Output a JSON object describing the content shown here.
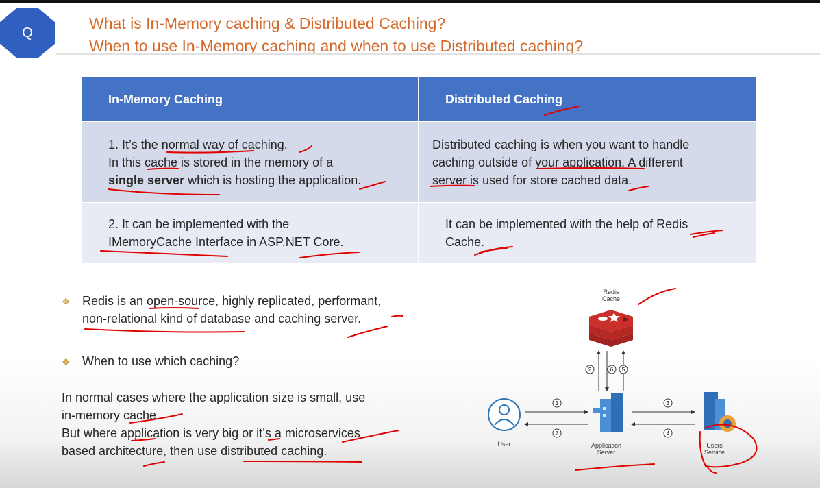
{
  "header": {
    "badge": "Q",
    "title_line1": "What is In-Memory caching & Distributed Caching?",
    "title_line2": "When to use In-Memory caching and when to use Distributed caching?"
  },
  "table": {
    "col1_header": "In-Memory Caching",
    "col2_header": "Distributed Caching",
    "row1_left_line1": "1. It’s the normal way of caching.",
    "row1_left_line2": "In this cache is stored in the memory of a",
    "row1_left_line3_bold": "single server",
    "row1_left_line3_rest": " which is hosting the application.",
    "row1_right_line1": "Distributed caching is when you want to handle",
    "row1_right_line2": "caching outside of your application. A different",
    "row1_right_line3": "server is used for store cached data.",
    "row2_left_line1": "2. It can be implemented with the",
    "row2_left_line2": "IMemoryCache Interface in ASP.NET Core.",
    "row2_right_line1": "It can be implemented with the help of Redis",
    "row2_right_line2": "Cache."
  },
  "bullets": {
    "b1_line1": "Redis is an open-source, highly replicated, performant,",
    "b1_line2": "non-relational kind of database and caching server.",
    "b2": "When to use which caching?"
  },
  "paragraph": {
    "line1": "In normal cases where the application size is small, use",
    "line2": "in-memory cache.",
    "line3": "But where application is very big or it’s a microservices",
    "line4": "based architecture, then use distributed caching."
  },
  "diagram": {
    "redis_label_1": "Redis",
    "redis_label_2": "Cache",
    "user_label": "User",
    "app_label_1": "Application",
    "app_label_2": "Server",
    "svc_label_1": "Users",
    "svc_label_2": "Service",
    "step1": "1",
    "step2": "2",
    "step3": "3",
    "step4": "4",
    "step5": "5",
    "step6": "6",
    "step7": "7"
  },
  "colors": {
    "title": "#d46a2a",
    "badge": "#2f5fbf",
    "table_header": "#4472c4",
    "row1": "#d5daea",
    "row2": "#e8ebf3",
    "ink": "#e00000",
    "redis": "#d83a30"
  }
}
